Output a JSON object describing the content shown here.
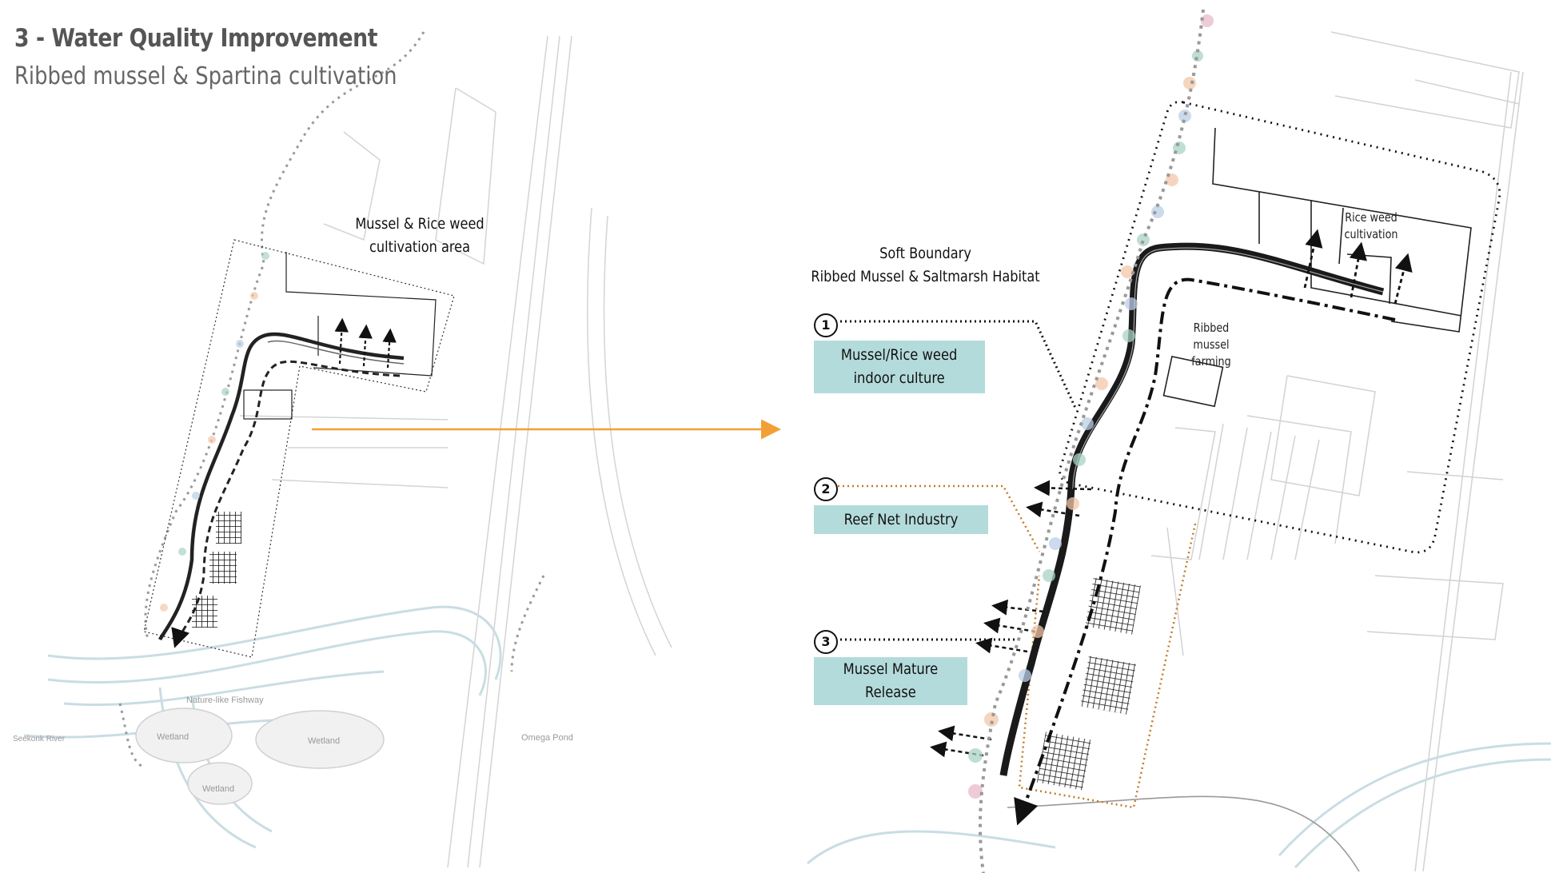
{
  "title": "3 - Water Quality Improvement",
  "subtitle": "Ribbed mussel & Spartina cultivation",
  "left_map": {
    "area_label": "Mussel & Rice weed\ncultivation area",
    "place_labels": {
      "fishway": "Nature-like Fishway",
      "river": "Seekonk River",
      "wetland_1": "Wetland",
      "wetland_2": "Wetland",
      "wetland_3": "Wetland",
      "pond": "Omega Pond"
    }
  },
  "right_map": {
    "header": "Soft Boundary\nRibbed Mussel & Saltmarsh Habitat",
    "rice_label": "Rice weed cultivation",
    "mussel_label": "Ribbed mussel\nfarming",
    "steps": [
      {
        "number": "1",
        "label": "Mussel/Rice weed\nindoor culture"
      },
      {
        "number": "2",
        "label": "Reef Net Industry"
      },
      {
        "number": "3",
        "label": "Mussel Mature\nRelease"
      }
    ]
  },
  "colors": {
    "accent_arrow": "#f2a035",
    "box_fill": "#b4dbdb",
    "boundary_orange": "#c27a2a",
    "water": "#c9dde3",
    "basemap": "#cfcfcf"
  }
}
